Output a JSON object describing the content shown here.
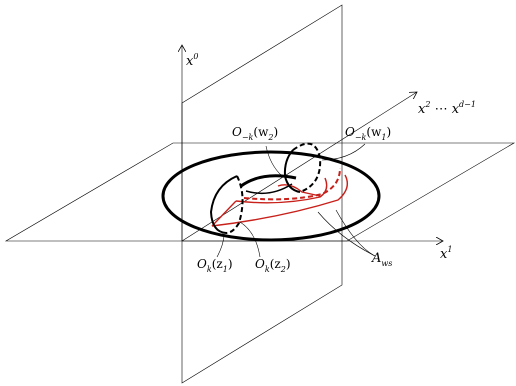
{
  "axes": {
    "x0": {
      "main": "x",
      "sup": "0"
    },
    "x1": {
      "main": "x",
      "sup": "1"
    },
    "transverse": {
      "a": "x",
      "a_sup": "2",
      "dots": " ⋯ ",
      "b": "x",
      "b_sup": "d−1"
    }
  },
  "operators": {
    "o_minus_w2": {
      "base": "O",
      "sub": "−k",
      "arg": "(w",
      "arg_sub": "2",
      "close": ")"
    },
    "o_minus_w1": {
      "base": "O",
      "sub": "−k",
      "arg": "(w",
      "arg_sub": "1",
      "close": ")"
    },
    "o_z1": {
      "base": "O",
      "sub": "k",
      "arg": "(z",
      "arg_sub": "1",
      "close": ")"
    },
    "o_z2": {
      "base": "O",
      "sub": "k",
      "arg": "(z",
      "arg_sub": "2",
      "close": ")"
    }
  },
  "surface_label": {
    "base": "A",
    "sub": "ws"
  },
  "colors": {
    "ink": "#000000",
    "surface": "#c8201a"
  }
}
